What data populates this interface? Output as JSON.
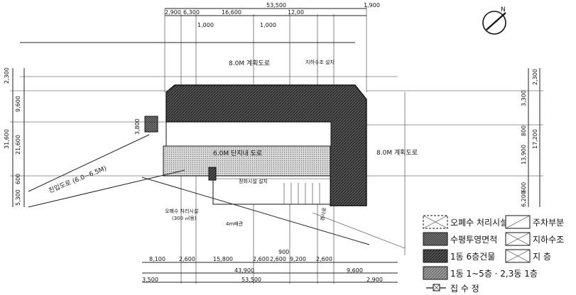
{
  "dims_top": {
    "total": "53,500",
    "right_small": "1,900",
    "a": "2,900",
    "b": "6,300",
    "c": "16,600",
    "d": "1,000",
    "e": "1,000",
    "f": "12,00"
  },
  "dims_bottom": {
    "a": "8,100",
    "b": "2,600",
    "c": "15,800",
    "d": "2,600",
    "e": "2,600",
    "f": "9,200",
    "g": "2,600",
    "h": "900",
    "sub": "43,900",
    "right": "9,600",
    "left_small": "3,500",
    "total": "53,500",
    "right_small": "2,900"
  },
  "dims_left": {
    "a": "2,300",
    "b": "9,600",
    "c": "31,600",
    "d": "21,600",
    "e": "600",
    "f": "5,300",
    "g": "3,800"
  },
  "dims_right": {
    "a": "2,300",
    "b": "3,300",
    "c": "800",
    "d": "13,900",
    "e": "600",
    "f": "6,200",
    "g": "17,200"
  },
  "labels": {
    "road_top": "8.0M 계획도로",
    "road_top_note": "지하수조 설치",
    "road_mid": "6.0M 단지내 도로",
    "road_right": "8.0M 계획도로",
    "road_left": "진입도로 (6.0~6.5M)",
    "tank_note": "오폐수 처리시설",
    "tank_cap": "(300 ㎥용)",
    "well": "4m배관",
    "inner": "정화시설 설치",
    "ramp": "경사로",
    "north": "N"
  },
  "legend": [
    {
      "label": "오폐수 처리시설",
      "pattern": "dash"
    },
    {
      "label": "주차부분",
      "pattern": "cross"
    },
    {
      "label": "수평투영면적",
      "pattern": "dense"
    },
    {
      "label": "지하수조",
      "pattern": "x"
    },
    {
      "label": "1동 6층건물",
      "pattern": "dark"
    },
    {
      "label": "지     층",
      "pattern": "x2"
    },
    {
      "label": "1동 1~5층 · 2,3동 1층",
      "pattern": "mid"
    },
    {
      "label": "집     수     정",
      "pattern": "sym"
    }
  ],
  "colors": {
    "ink": "#111111",
    "dark_fill": "#3c3c3c",
    "mid_fill": "#8a8a8a",
    "light_fill": "#bdbdbd"
  }
}
